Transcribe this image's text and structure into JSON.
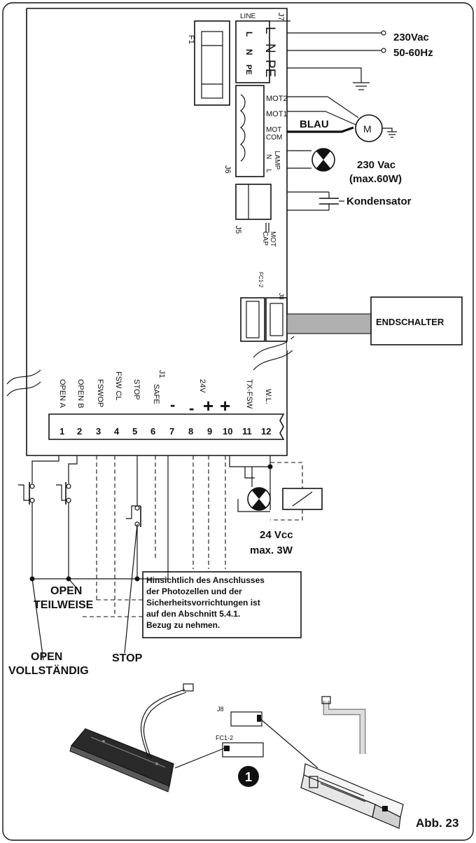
{
  "board": {
    "fuse_label": "F1",
    "line_connector": {
      "id": "J7",
      "name": "LINE",
      "pins": [
        "L",
        "N",
        "PE"
      ]
    },
    "line_terminals": [
      "L",
      "N",
      "PE"
    ],
    "motor_connector": {
      "id": "J6",
      "labels": [
        "MOT2",
        "MOT1",
        "MOT",
        "COM",
        "LAMP",
        "N",
        "L"
      ]
    },
    "cap_connector": {
      "id": "J5",
      "labels": [
        "MOT",
        "CAP"
      ]
    },
    "limit_connector": {
      "id": "J8",
      "sub": "FC1-2"
    },
    "terminal_block": {
      "id": "J1",
      "labels": [
        "OPEN A",
        "OPEN B",
        "FSWOP",
        "FSW CL",
        "STOP",
        "SAFE",
        "-",
        "-",
        "+",
        "+",
        "TX-FSW",
        "W.L."
      ],
      "voltage_label": "24V",
      "numbers": [
        "1",
        "2",
        "3",
        "4",
        "5",
        "6",
        "7",
        "8",
        "9",
        "10",
        "11",
        "12"
      ]
    }
  },
  "external": {
    "supply": [
      "230Vac",
      "50-60Hz"
    ],
    "wire_color": "BLAU",
    "motor_symbol": "M",
    "lamp": [
      "230 Vac",
      "(max.60W)"
    ],
    "capacitor": "Kondensator",
    "limit_switch": "ENDSCHALTER",
    "low_voltage": [
      "24 Vcc",
      "max. 3W"
    ]
  },
  "buttons": {
    "open_partial": [
      "OPEN",
      "TEILWEISE"
    ],
    "open_full": [
      "OPEN",
      "VOLLSTÄNDIG"
    ],
    "stop": "STOP"
  },
  "note": [
    "Hinsichtlich des Anschlusses",
    "der Photozellen und der",
    "Sicherheitsvorrichtungen ist",
    "auf den Abschnitt 5.4.1.",
    "Bezug zu nehmen."
  ],
  "detail": {
    "j8": "J8",
    "fc": "FC1-2",
    "marker": "1"
  },
  "figure_label": "Abb. 23"
}
